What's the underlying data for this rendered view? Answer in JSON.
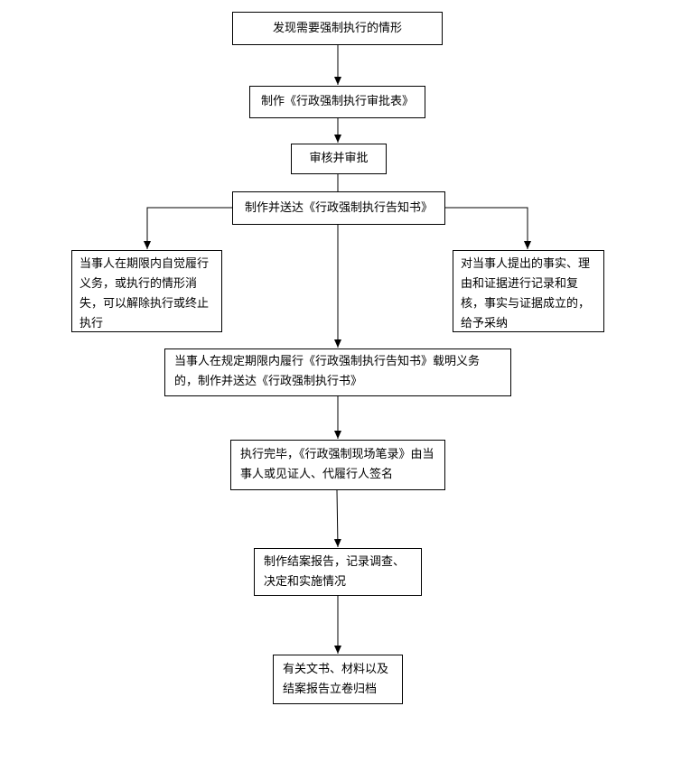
{
  "flowchart": {
    "step1": "发现需要强制执行的情形",
    "step2": "制作《行政强制执行审批表》",
    "step3": "审核并审批",
    "step4": "制作并送达《行政强制执行告知书》",
    "left_branch": "当事人在期限内自觉履行义务，或执行的情形消失，可以解除执行或终止执行",
    "right_branch": "对当事人提出的事实、理由和证据进行记录和复核，事实与证据成立的，给予采纳",
    "step5": "当事人在规定期限内履行《行政强制执行告知书》载明义务的，制作并送达《行政强制执行书》",
    "step6": "执行完毕，《行政强制现场笔录》由当事人或见证人、代履行人签名",
    "step7": "制作结案报告，记录调查、决定和实施情况",
    "step8": "有关文书、材料以及结案报告立卷归档"
  }
}
